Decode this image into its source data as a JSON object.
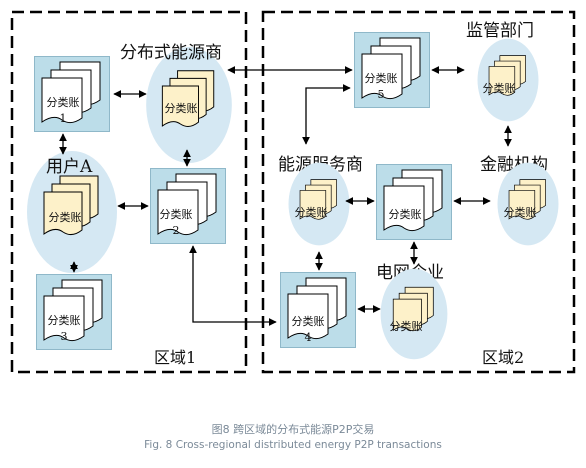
{
  "regions": {
    "region1_label": "区域1",
    "region2_label": "区域2"
  },
  "entities": {
    "distributed_supplier": "分布式能源商",
    "user_a": "用户A",
    "regulator": "监管部门",
    "energy_service_provider": "能源服务商",
    "financial_institution": "金融机构",
    "grid_company": "电网企业"
  },
  "ledger": {
    "label": "分类账",
    "numbers": [
      "1",
      "2",
      "3",
      "4",
      "5"
    ]
  },
  "caption": {
    "zh": "图8 跨区域的分布式能源P2P交易",
    "en": "Fig. 8 Cross-regional distributed energy P2P transactions"
  },
  "colors": {
    "node_box": "#bcdde9",
    "ellipse": "#d5e8f3",
    "ledger_cream": "#fdf1c9",
    "caption": "#7b8a98"
  }
}
